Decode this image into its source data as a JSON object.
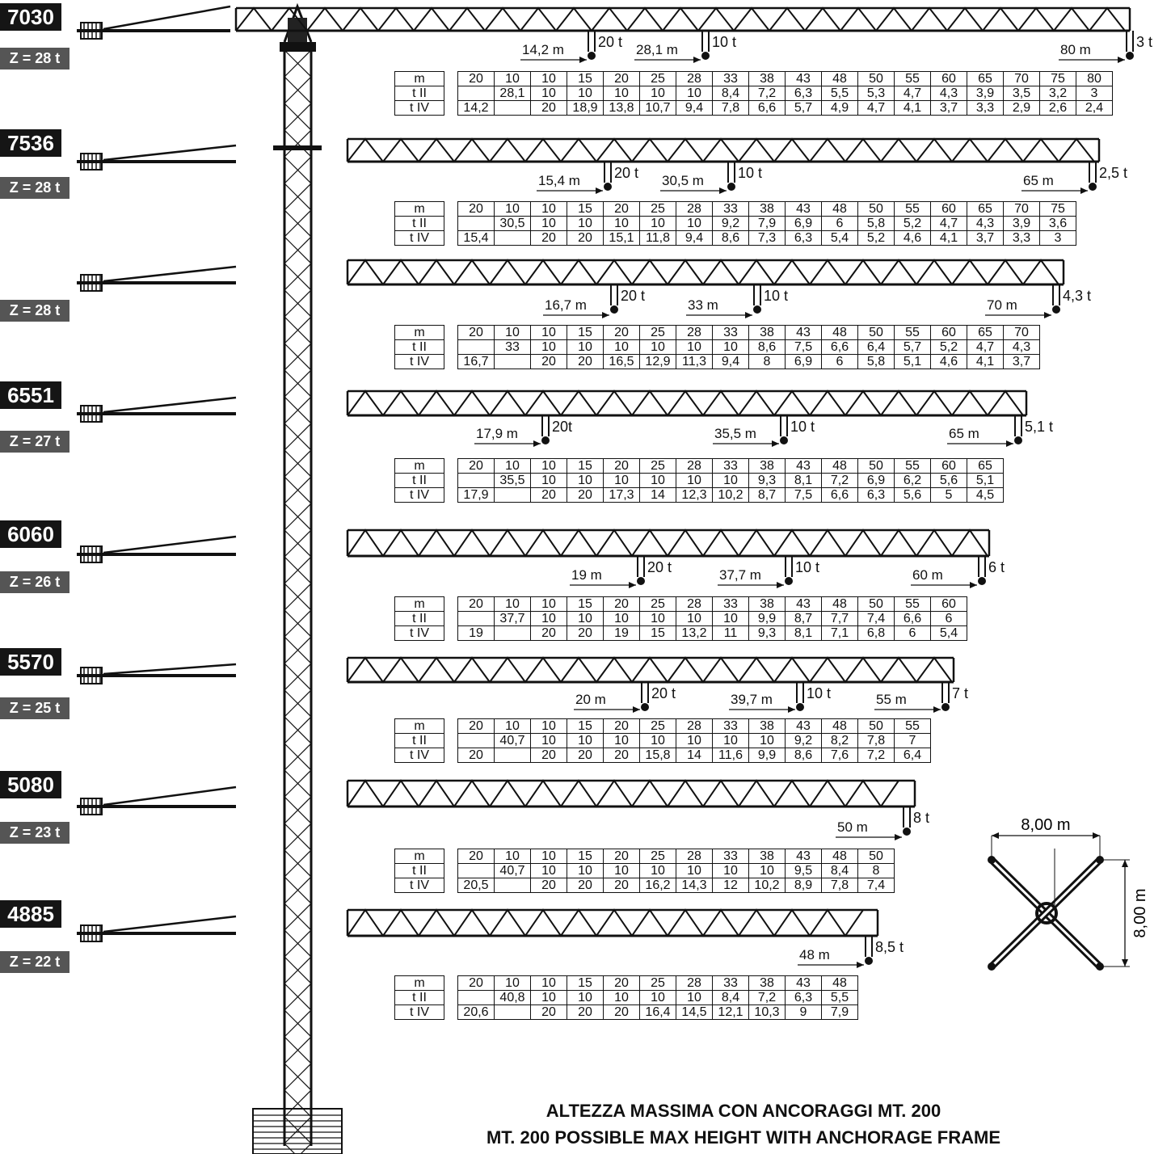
{
  "configurations": [
    {
      "model": "7030",
      "counterweight": "Z = 28  t",
      "dist1": "14,2 m",
      "cap1": "20 t",
      "dist2": "28,1 m",
      "cap2": "10 t",
      "dist3": "80 m",
      "cap3": "3 t",
      "rows": {
        "m": [
          "20",
          "10",
          "10",
          "15",
          "20",
          "25",
          "28",
          "33",
          "38",
          "43",
          "48",
          "50",
          "55",
          "60",
          "65",
          "70",
          "75",
          "80"
        ],
        "t2": [
          "",
          "28,1",
          "10",
          "10",
          "10",
          "10",
          "10",
          "8,4",
          "7,2",
          "6,3",
          "5,5",
          "5,3",
          "4,7",
          "4,3",
          "3,9",
          "3,5",
          "3,2",
          "3"
        ],
        "t4": [
          "14,2",
          "",
          "20",
          "18,9",
          "13,8",
          "10,7",
          "9,4",
          "7,8",
          "6,6",
          "5,7",
          "4,9",
          "4,7",
          "4,1",
          "3,7",
          "3,3",
          "2,9",
          "2,6",
          "2,4"
        ]
      }
    },
    {
      "model": "7536",
      "counterweight": "Z = 28  t",
      "dist1": "15,4 m",
      "cap1": "20 t",
      "dist2": "30,5 m",
      "cap2": "10 t",
      "dist3": "65 m",
      "cap3": "2,5 t",
      "rows": {
        "m": [
          "20",
          "10",
          "10",
          "15",
          "20",
          "25",
          "28",
          "33",
          "38",
          "43",
          "48",
          "50",
          "55",
          "60",
          "65",
          "70",
          "75"
        ],
        "t2": [
          "",
          "30,5",
          "10",
          "10",
          "10",
          "10",
          "10",
          "9,2",
          "7,9",
          "6,9",
          "6",
          "5,8",
          "5,2",
          "4,7",
          "4,3",
          "3,9",
          "3,6"
        ],
        "t4": [
          "15,4",
          "",
          "20",
          "20",
          "15,1",
          "11,8",
          "9,4",
          "8,6",
          "7,3",
          "6,3",
          "5,4",
          "5,2",
          "4,6",
          "4,1",
          "3,7",
          "3,3",
          "3"
        ]
      }
    },
    {
      "model": "",
      "counterweight": "Z = 28  t",
      "dist1": "16,7 m",
      "cap1": "20 t",
      "dist2": "33 m",
      "cap2": "10 t",
      "dist3": "70 m",
      "cap3": "4,3 t",
      "rows": {
        "m": [
          "20",
          "10",
          "10",
          "15",
          "20",
          "25",
          "28",
          "33",
          "38",
          "43",
          "48",
          "50",
          "55",
          "60",
          "65",
          "70"
        ],
        "t2": [
          "",
          "33",
          "10",
          "10",
          "10",
          "10",
          "10",
          "10",
          "8,6",
          "7,5",
          "6,6",
          "6,4",
          "5,7",
          "5,2",
          "4,7",
          "4,3"
        ],
        "t4": [
          "16,7",
          "",
          "20",
          "20",
          "16,5",
          "12,9",
          "11,3",
          "9,4",
          "8",
          "6,9",
          "6",
          "5,8",
          "5,1",
          "4,6",
          "4,1",
          "3,7"
        ]
      }
    },
    {
      "model": "6551",
      "counterweight": "Z = 27  t",
      "dist1": "17,9 m",
      "cap1": "20t",
      "dist2": "35,5 m",
      "cap2": "10 t",
      "dist3": "65 m",
      "cap3": "5,1 t",
      "rows": {
        "m": [
          "20",
          "10",
          "10",
          "15",
          "20",
          "25",
          "28",
          "33",
          "38",
          "43",
          "48",
          "50",
          "55",
          "60",
          "65"
        ],
        "t2": [
          "",
          "35,5",
          "10",
          "10",
          "10",
          "10",
          "10",
          "10",
          "9,3",
          "8,1",
          "7,2",
          "6,9",
          "6,2",
          "5,6",
          "5,1"
        ],
        "t4": [
          "17,9",
          "",
          "20",
          "20",
          "17,3",
          "14",
          "12,3",
          "10,2",
          "8,7",
          "7,5",
          "6,6",
          "6,3",
          "5,6",
          "5",
          "4,5"
        ]
      }
    },
    {
      "model": "6060",
      "counterweight": "Z = 26  t",
      "dist1": "19 m",
      "cap1": "20 t",
      "dist2": "37,7 m",
      "cap2": "10 t",
      "dist3": "60 m",
      "cap3": "6 t",
      "rows": {
        "m": [
          "20",
          "10",
          "10",
          "15",
          "20",
          "25",
          "28",
          "33",
          "38",
          "43",
          "48",
          "50",
          "55",
          "60"
        ],
        "t2": [
          "",
          "37,7",
          "10",
          "10",
          "10",
          "10",
          "10",
          "10",
          "9,9",
          "8,7",
          "7,7",
          "7,4",
          "6,6",
          "6"
        ],
        "t4": [
          "19",
          "",
          "20",
          "20",
          "19",
          "15",
          "13,2",
          "11",
          "9,3",
          "8,1",
          "7,1",
          "6,8",
          "6",
          "5,4"
        ]
      }
    },
    {
      "model": "5570",
      "counterweight": "Z = 25 t",
      "dist1": "20 m",
      "cap1": "20 t",
      "dist2": "39,7 m",
      "cap2": "10 t",
      "dist3": "55 m",
      "cap3": "7 t",
      "rows": {
        "m": [
          "20",
          "10",
          "10",
          "15",
          "20",
          "25",
          "28",
          "33",
          "38",
          "43",
          "48",
          "50",
          "55"
        ],
        "t2": [
          "",
          "40,7",
          "10",
          "10",
          "10",
          "10",
          "10",
          "10",
          "10",
          "9,2",
          "8,2",
          "7,8",
          "7"
        ],
        "t4": [
          "20",
          "",
          "20",
          "20",
          "20",
          "15,8",
          "14",
          "11,6",
          "9,9",
          "8,6",
          "7,6",
          "7,2",
          "6,4"
        ]
      }
    },
    {
      "model": "5080",
      "counterweight": "Z = 23  t",
      "dist1": "",
      "cap1": "",
      "dist2": "",
      "cap2": "",
      "dist3": "50 m",
      "cap3": "8 t",
      "rows": {
        "m": [
          "20",
          "10",
          "10",
          "15",
          "20",
          "25",
          "28",
          "33",
          "38",
          "43",
          "48",
          "50"
        ],
        "t2": [
          "",
          "40,7",
          "10",
          "10",
          "10",
          "10",
          "10",
          "10",
          "10",
          "9,5",
          "8,4",
          "8"
        ],
        "t4": [
          "20,5",
          "",
          "20",
          "20",
          "20",
          "16,2",
          "14,3",
          "12",
          "10,2",
          "8,9",
          "7,8",
          "7,4"
        ]
      }
    },
    {
      "model": "4885",
      "counterweight": "Z = 22  t",
      "dist1": "",
      "cap1": "",
      "dist2": "",
      "cap2": "",
      "dist3": "48 m",
      "cap3": "8,5 t",
      "rows": {
        "m": [
          "20",
          "10",
          "10",
          "15",
          "20",
          "25",
          "28",
          "33",
          "38",
          "43",
          "48"
        ],
        "t2": [
          "",
          "40,8",
          "10",
          "10",
          "10",
          "10",
          "10",
          "8,4",
          "7,2",
          "6,3",
          "5,5"
        ],
        "t4": [
          "20,6",
          "",
          "20",
          "20",
          "20",
          "16,4",
          "14,5",
          "12,1",
          "10,3",
          "9",
          "7,9"
        ]
      }
    }
  ],
  "row_labels": {
    "m": "m",
    "t2": "t  II",
    "t4": "t  IV"
  },
  "base_frame": {
    "width_label": "8,00 m",
    "height_label": "8,00 m"
  },
  "footer": {
    "line1": "ALTEZZA MASSIMA CON ANCORAGGI MT. 200",
    "line2": "MT. 200 POSSIBLE MAX HEIGHT WITH ANCHORAGE FRAME"
  }
}
